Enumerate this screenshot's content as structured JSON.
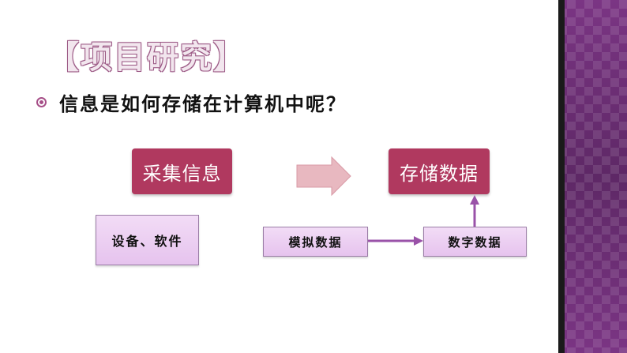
{
  "title": "【项目研究】",
  "bullet": "信息是如何存储在计算机中呢？",
  "boxes": {
    "gather": "采集信息",
    "store": "存储数据",
    "device": "设备、软件",
    "analog": "模拟数据",
    "digital": "数字数据"
  },
  "colors": {
    "main_box": "#b0395f",
    "light_box": "#e6c3ee",
    "arrow_pink": "#e8b8c0",
    "arrow_purple": "#9a52a8",
    "strip": "#6a2f73"
  }
}
